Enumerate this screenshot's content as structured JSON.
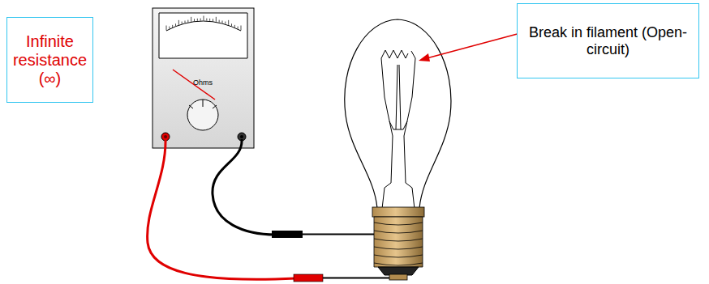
{
  "diagram": {
    "nodes": [
      {
        "text": [
          "Infinite resistance (∞)"
        ]
      },
      {
        "text": [
          "Break in filament (Open-circuit)"
        ]
      }
    ],
    "labels": [
      "Ohms"
    ]
  }
}
